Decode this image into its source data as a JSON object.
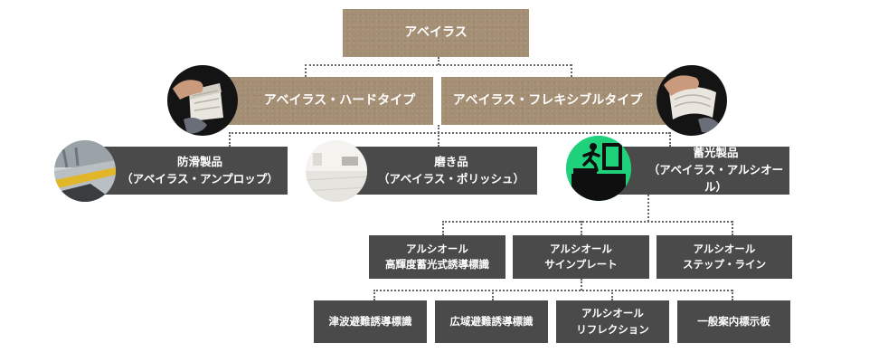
{
  "root": {
    "label": "アベイラス"
  },
  "types": [
    {
      "label": "アベイラス・ハードタイプ"
    },
    {
      "label": "アベイラス・フレキシブルタイプ"
    }
  ],
  "products": [
    {
      "line1": "防滑製品",
      "line2": "（アベイラス・アンプロップ）"
    },
    {
      "line1": "磨き品",
      "line2": "（アベイラス・ポリッシュ）"
    },
    {
      "line1": "蓄光製品",
      "line2": "（アベイラス・アルシオール）"
    }
  ],
  "alsioal": [
    {
      "line1": "アルシオール",
      "line2": "高輝度蓄光式誘導標識"
    },
    {
      "line1": "アルシオール",
      "line2": "サインプレート"
    },
    {
      "line1": "アルシオール",
      "line2": "ステップ・ライン"
    }
  ],
  "signs": [
    {
      "line1": "津波避難誘導標識"
    },
    {
      "line1": "広域避難誘導標識"
    },
    {
      "line1": "アルシオール",
      "line2": "リフレクション"
    },
    {
      "line1": "一般案内標示板"
    }
  ],
  "icons": {
    "hard_photo": "hand-holding-sheet-photo",
    "flex_photo": "hand-bending-sheet-photo",
    "antislip_photo": "platform-tactile-strip-photo",
    "polish_photo": "polished-floor-hall-photo",
    "luminous_photo": "emergency-exit-sign-photo"
  },
  "colors": {
    "kraft": "#a48e74",
    "dark": "#4a4a4a",
    "exit_green": "#1fd17a"
  }
}
